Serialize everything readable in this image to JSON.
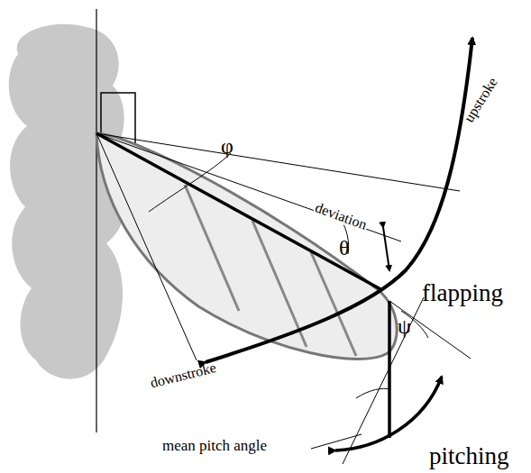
{
  "diagram": {
    "labels": [
      "φ",
      "θ",
      "deviation",
      "upstroke",
      "flapping",
      "downstroke",
      "ψ",
      "mean pitch angle",
      "pitching"
    ]
  }
}
